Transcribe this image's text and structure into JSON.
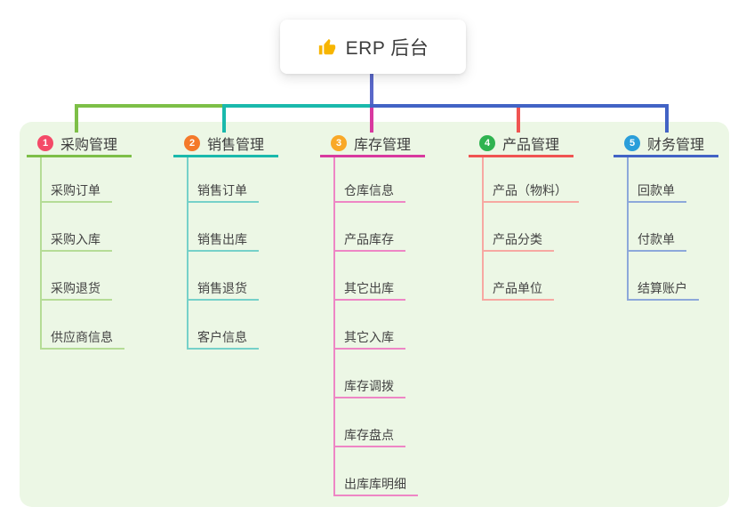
{
  "root": {
    "label": "ERP 后台",
    "icon": "thumbs-up",
    "icon_color": "#f7b500"
  },
  "panel": {
    "background": "#ecf7e5"
  },
  "connector": {
    "root_stem_color": "#5a68c9"
  },
  "branches": [
    {
      "number": "1",
      "label": "采购管理",
      "badge_color": "#f44a68",
      "line_color": "#7dbf47",
      "child_line_color": "#b5dc96",
      "children": [
        "采购订单",
        "采购入库",
        "采购退货",
        "供应商信息"
      ]
    },
    {
      "number": "2",
      "label": "销售管理",
      "badge_color": "#f4792a",
      "line_color": "#1ab9ac",
      "child_line_color": "#76d1c9",
      "children": [
        "销售订单",
        "销售出库",
        "销售退货",
        "客户信息"
      ]
    },
    {
      "number": "3",
      "label": "库存管理",
      "badge_color": "#f9a827",
      "line_color": "#d8399f",
      "child_line_color": "#ee86c5",
      "children": [
        "仓库信息",
        "产品库存",
        "其它出库",
        "其它入库",
        "库存调拨",
        "库存盘点",
        "出库库明细"
      ]
    },
    {
      "number": "4",
      "label": "产品管理",
      "badge_color": "#2fb350",
      "line_color": "#f05452",
      "child_line_color": "#f7a8a2",
      "children": [
        "产品（物料）",
        "产品分类",
        "产品单位"
      ]
    },
    {
      "number": "5",
      "label": "财务管理",
      "badge_color": "#2a9eda",
      "line_color": "#4263c5",
      "child_line_color": "#8da8da",
      "children": [
        "回款单",
        "付款单",
        "结算账户"
      ]
    }
  ]
}
